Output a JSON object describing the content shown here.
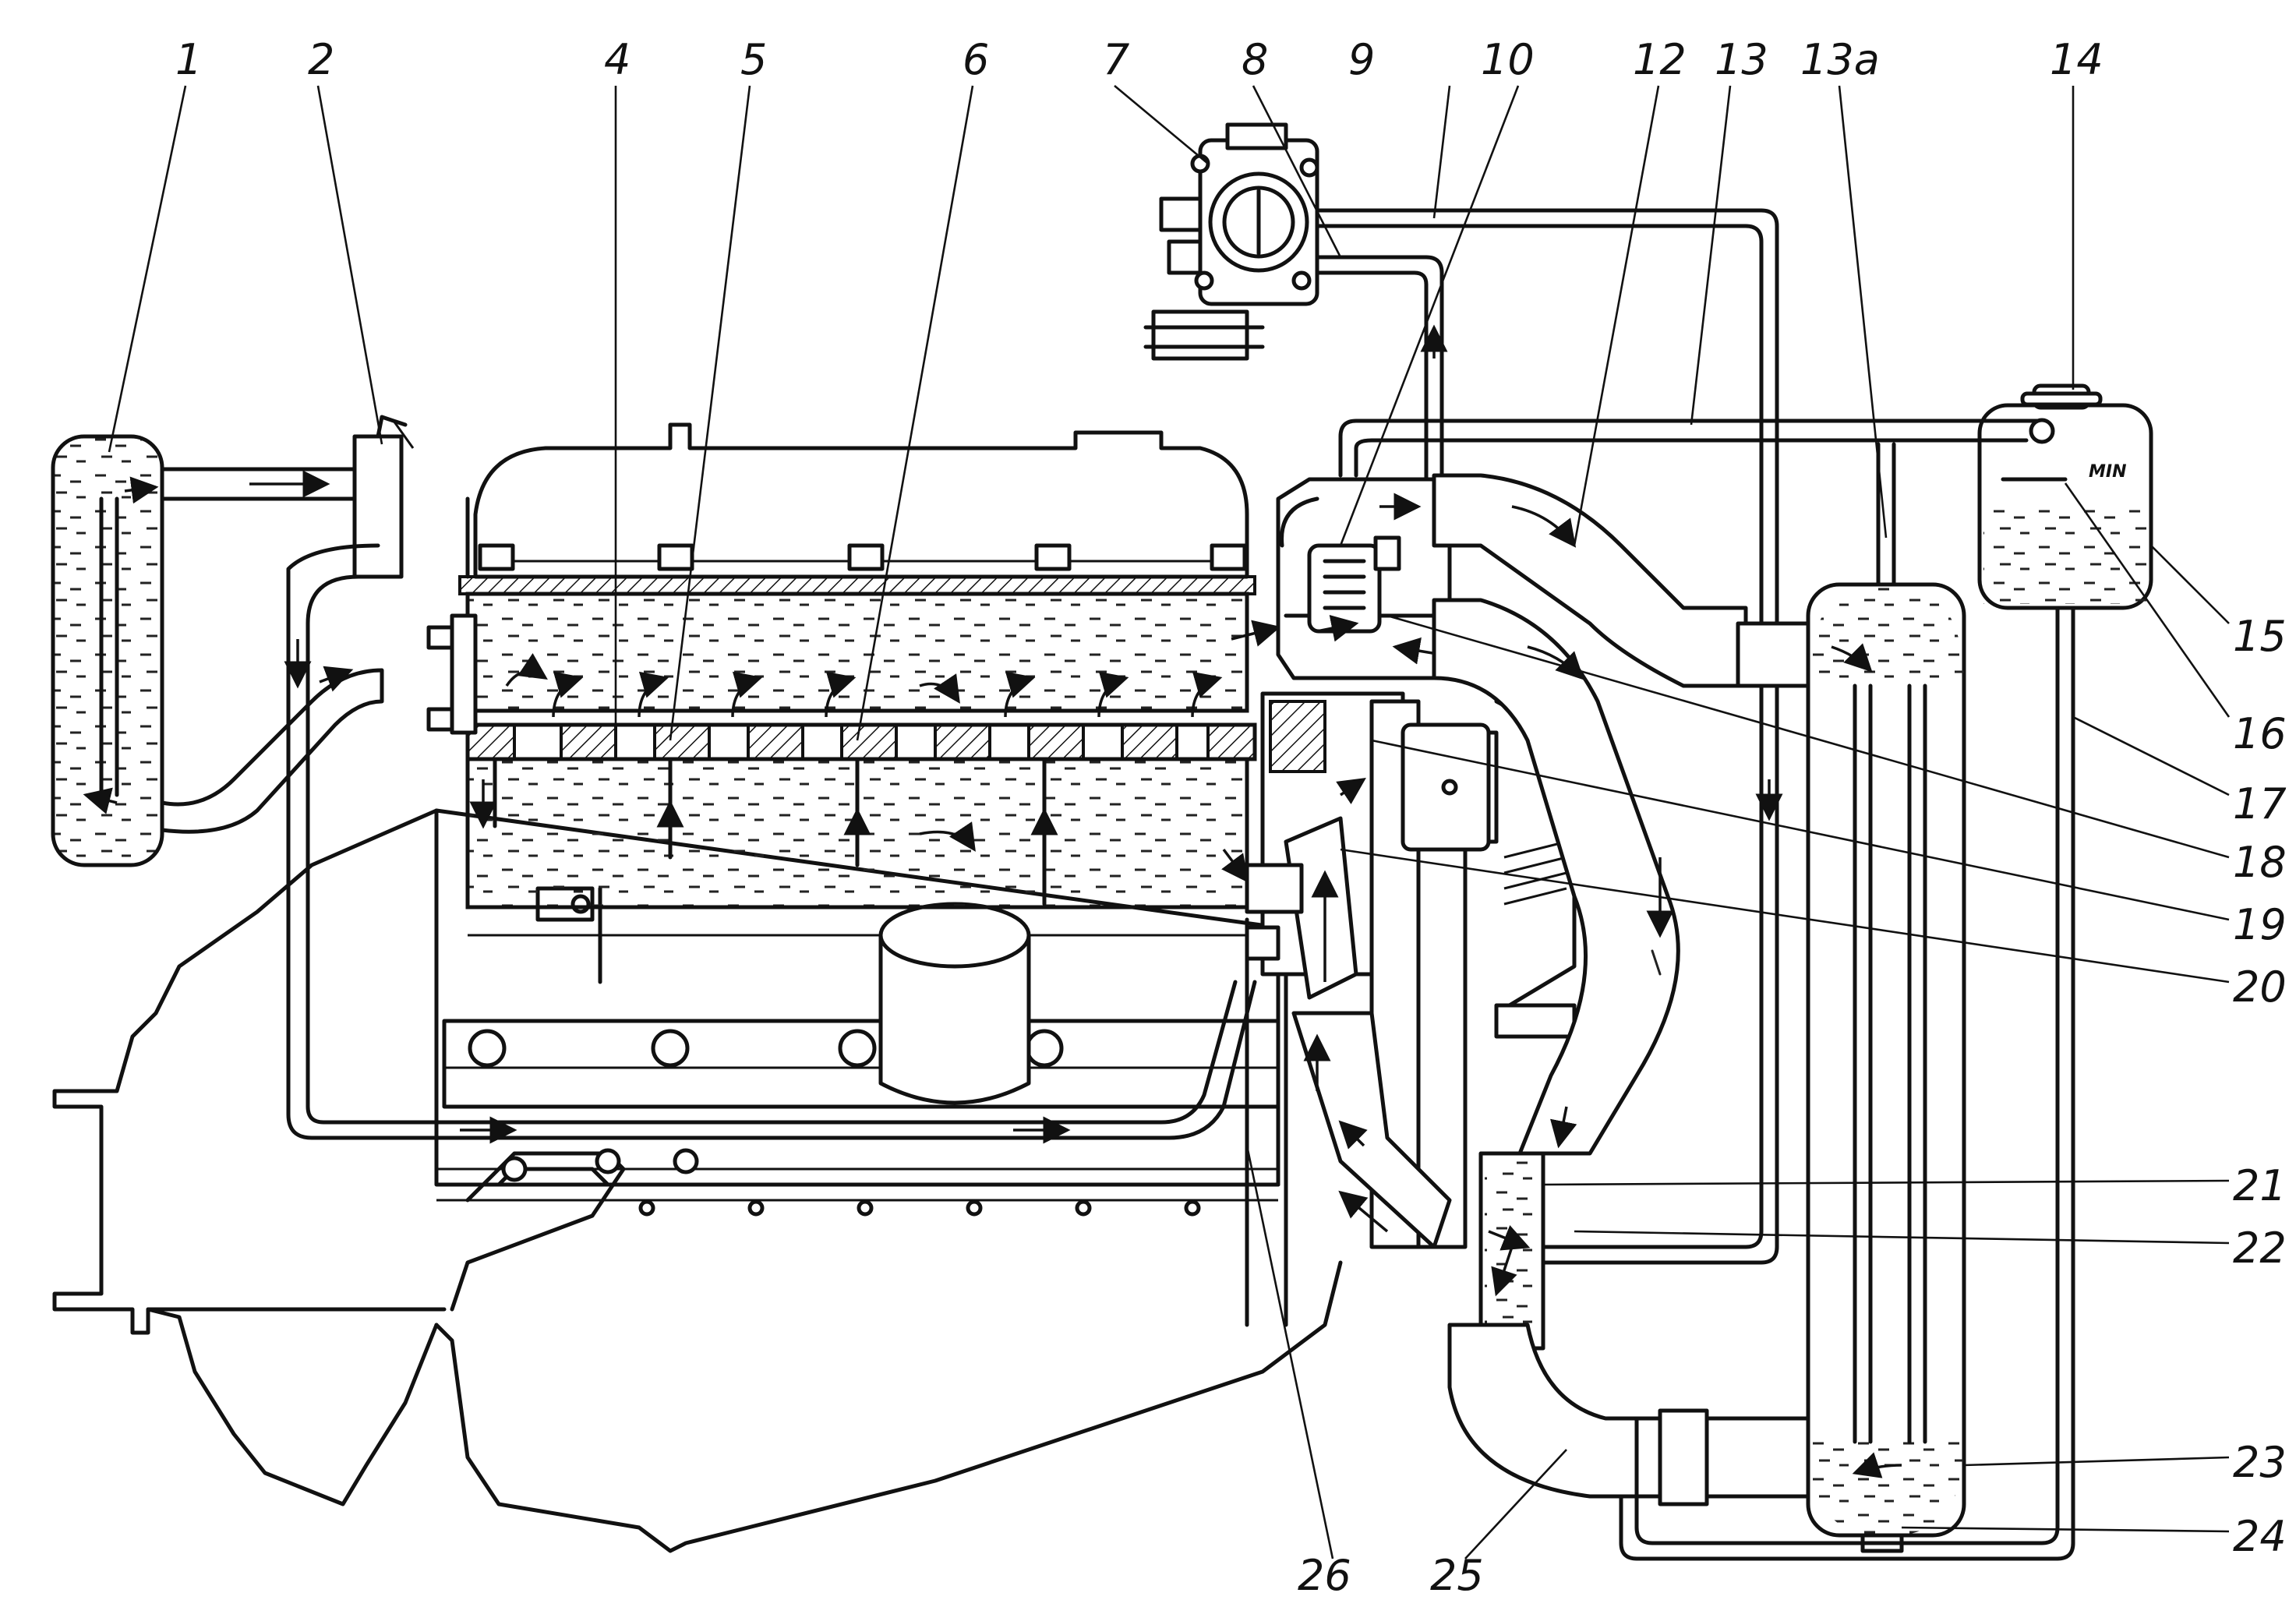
{
  "callouts": {
    "c1": "1",
    "c2": "2",
    "c4": "4",
    "c5": "5",
    "c6": "6",
    "c7": "7",
    "c8": "8",
    "c9": "9",
    "c10": "10",
    "c12": "12",
    "c13": "13",
    "c13a": "13a",
    "c14": "14",
    "c15": "15",
    "c16": "16",
    "c17": "17",
    "c18": "18",
    "c19": "19",
    "c20": "20",
    "c21": "21",
    "c22": "22",
    "c23": "23",
    "c24": "24",
    "c25": "25",
    "c26": "26"
  },
  "tank_label": "MIN"
}
